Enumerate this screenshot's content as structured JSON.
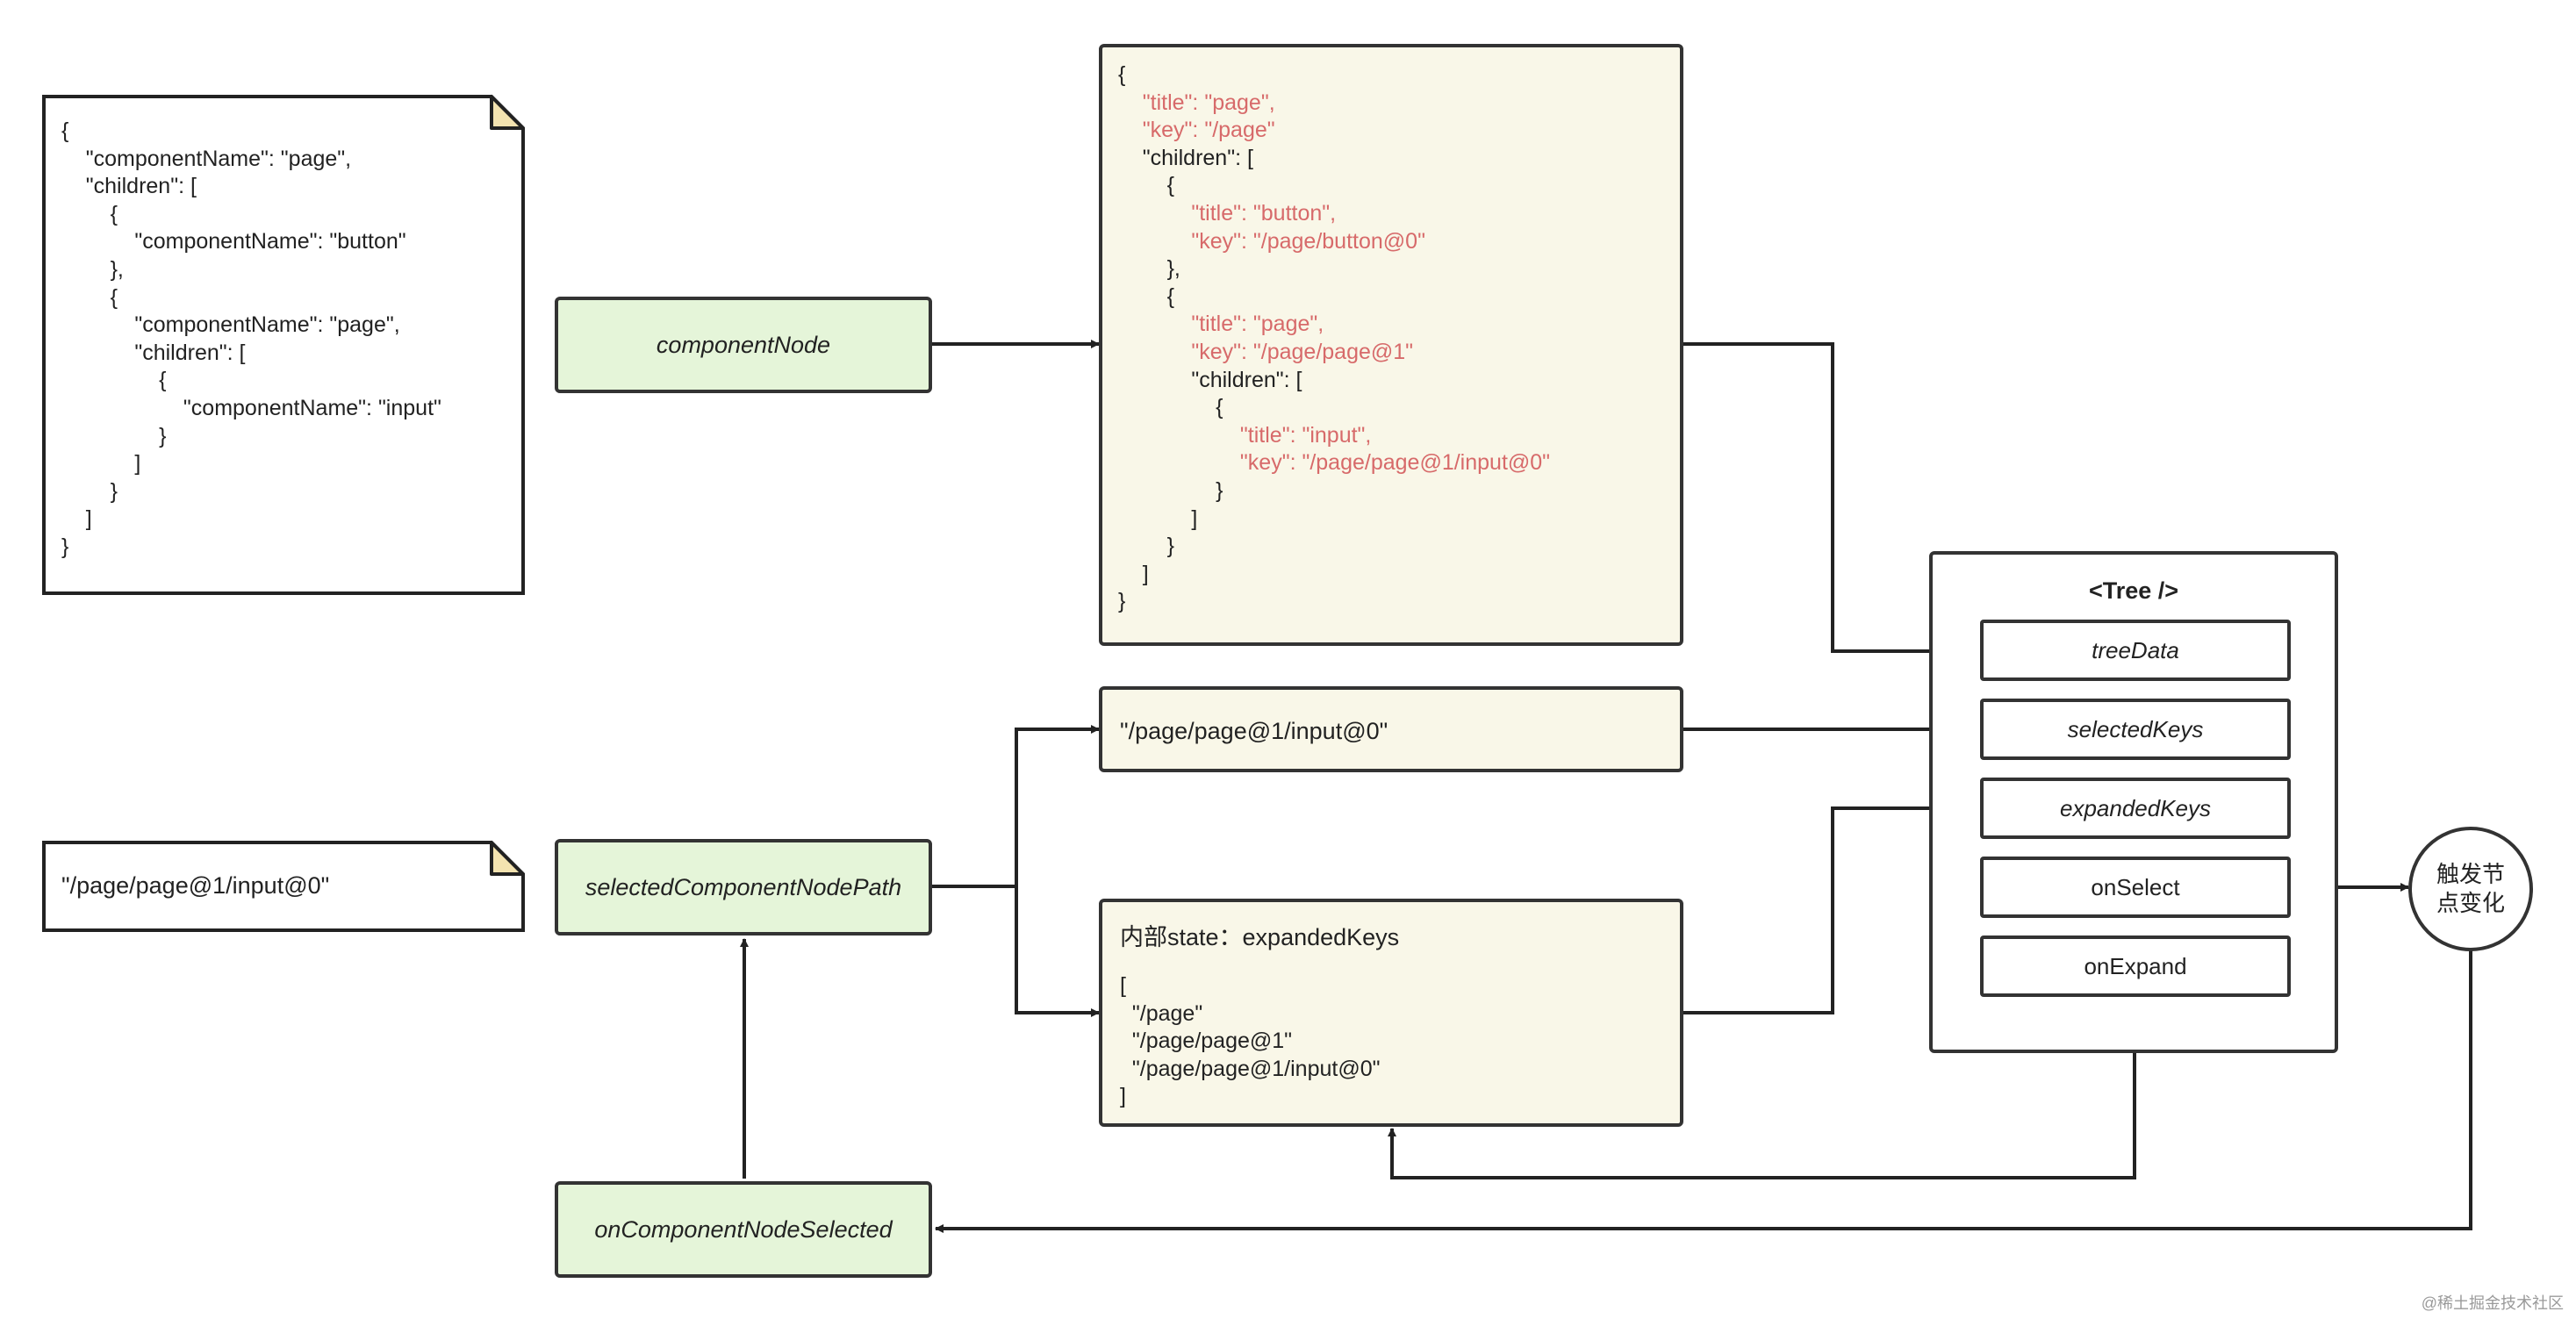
{
  "notes": {
    "component_json": [
      "{",
      "    \"componentName\": \"page\",",
      "    \"children\": [",
      "        {",
      "            \"componentName\": \"button\"",
      "        },",
      "        {",
      "            \"componentName\": \"page\",",
      "            \"children\": [",
      "                {",
      "                    \"componentName\": \"input\"",
      "                }",
      "            ]",
      "        }",
      "    ]",
      "}"
    ],
    "path_note": "\"/page/page@1/input@0\""
  },
  "nodes": {
    "componentNode": "componentNode",
    "selectedComponentNodePath": "selectedComponentNodePath",
    "onComponentNodeSelected": "onComponentNodeSelected"
  },
  "tree_data_box": {
    "lines": [
      {
        "text": "{",
        "red": false
      },
      {
        "text": "    \"title\": \"page\",",
        "red": true,
        "suffix": ""
      },
      {
        "text": "    \"key\": \"/page\"",
        "red": true
      },
      {
        "text": "    \"children\": [",
        "red": false
      },
      {
        "text": "        {",
        "red": false
      },
      {
        "text": "            \"title\": \"button\",",
        "red": true
      },
      {
        "text": "            \"key\": \"/page/button@0\"",
        "red": true
      },
      {
        "text": "        },",
        "red": false
      },
      {
        "text": "        {",
        "red": false
      },
      {
        "text": "            \"title\": \"page\",",
        "red": true
      },
      {
        "text": "            \"key\": \"/page/page@1\"",
        "red": true
      },
      {
        "text": "            \"children\": [",
        "red": false
      },
      {
        "text": "                {",
        "red": false
      },
      {
        "text": "                    \"title\": \"input\",",
        "red": true
      },
      {
        "text": "                    \"key\": \"/page/page@1/input@0\"",
        "red": true
      },
      {
        "text": "                }",
        "red": false
      },
      {
        "text": "            ]",
        "red": false
      },
      {
        "text": "        }",
        "red": false
      },
      {
        "text": "    ]",
        "red": false
      },
      {
        "text": "}",
        "red": false
      }
    ]
  },
  "selected_key_box": "\"/page/page@1/input@0\"",
  "state_box": {
    "header": "内部state：expandedKeys",
    "lines": [
      "[",
      "  \"/page\"",
      "  \"/page/page@1\"",
      "  \"/page/page@1/input@0\"",
      "]"
    ]
  },
  "tree_component": {
    "title": "<Tree />",
    "props": [
      "treeData",
      "selectedKeys",
      "expandedKeys"
    ],
    "events": [
      "onSelect",
      "onExpand"
    ]
  },
  "trigger": "触发节\n点变化",
  "watermark": "@稀土掘金技术社区",
  "colors": {
    "green_fill": "#e5f5d9",
    "cream_fill": "#f9f7e8",
    "key_red": "#d76a6a",
    "stroke": "#333333"
  }
}
